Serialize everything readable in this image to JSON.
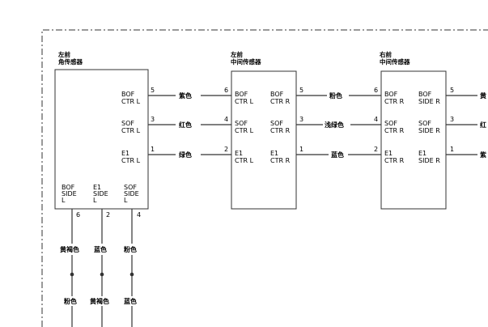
{
  "blocks": [
    {
      "title1": "左前",
      "title2": "角传感器",
      "right_pins": [
        {
          "l1": "BOF",
          "l2": "CTR L",
          "num": "5"
        },
        {
          "l1": "SOF",
          "l2": "CTR L",
          "num": "3"
        },
        {
          "l1": "E1",
          "l2": "CTR L",
          "num": "1"
        }
      ],
      "bottom_pins": [
        {
          "l1": "BOF",
          "l2": "SIDE",
          "l3": "L",
          "num": "6"
        },
        {
          "l1": "E1",
          "l2": "SIDE",
          "l3": "L",
          "num": "2"
        },
        {
          "l1": "SOF",
          "l2": "SIDE",
          "l3": "L",
          "num": "4"
        }
      ]
    },
    {
      "title1": "左前",
      "title2": "中间传感器",
      "left_pins": [
        {
          "l1": "BOF",
          "l2": "CTR L",
          "num": "6"
        },
        {
          "l1": "SOF",
          "l2": "CTR L",
          "num": "4"
        },
        {
          "l1": "E1",
          "l2": "CTR L",
          "num": "2"
        }
      ],
      "right_pins": [
        {
          "l1": "BOF",
          "l2": "CTR R",
          "num": "5"
        },
        {
          "l1": "SOF",
          "l2": "CTR R",
          "num": "3"
        },
        {
          "l1": "E1",
          "l2": "CTR R",
          "num": "1"
        }
      ]
    },
    {
      "title1": "右前",
      "title2": "中间传感器",
      "left_pins": [
        {
          "l1": "BOF",
          "l2": "CTR R",
          "num": "6"
        },
        {
          "l1": "SOF",
          "l2": "CTR R",
          "num": "4"
        },
        {
          "l1": "E1",
          "l2": "CTR R",
          "num": "2"
        }
      ],
      "right_pins": [
        {
          "l1": "BOF",
          "l2": "SIDE R",
          "num": "5"
        },
        {
          "l1": "SOF",
          "l2": "SIDE R",
          "num": "3"
        },
        {
          "l1": "E1",
          "l2": "SIDE R",
          "num": "1"
        }
      ]
    }
  ],
  "wires_left_middle": [
    "紫色",
    "红色",
    "绿色"
  ],
  "wires_middle_right": [
    "粉色",
    "浅绿色",
    "蓝色"
  ],
  "wires_right_out": [
    "黄",
    "红",
    "紫"
  ],
  "bottom_wires_upper": [
    "黄褐色",
    "蓝色",
    "粉色"
  ],
  "bottom_wires_lower": [
    "粉色",
    "黄褐色",
    "蓝色"
  ]
}
